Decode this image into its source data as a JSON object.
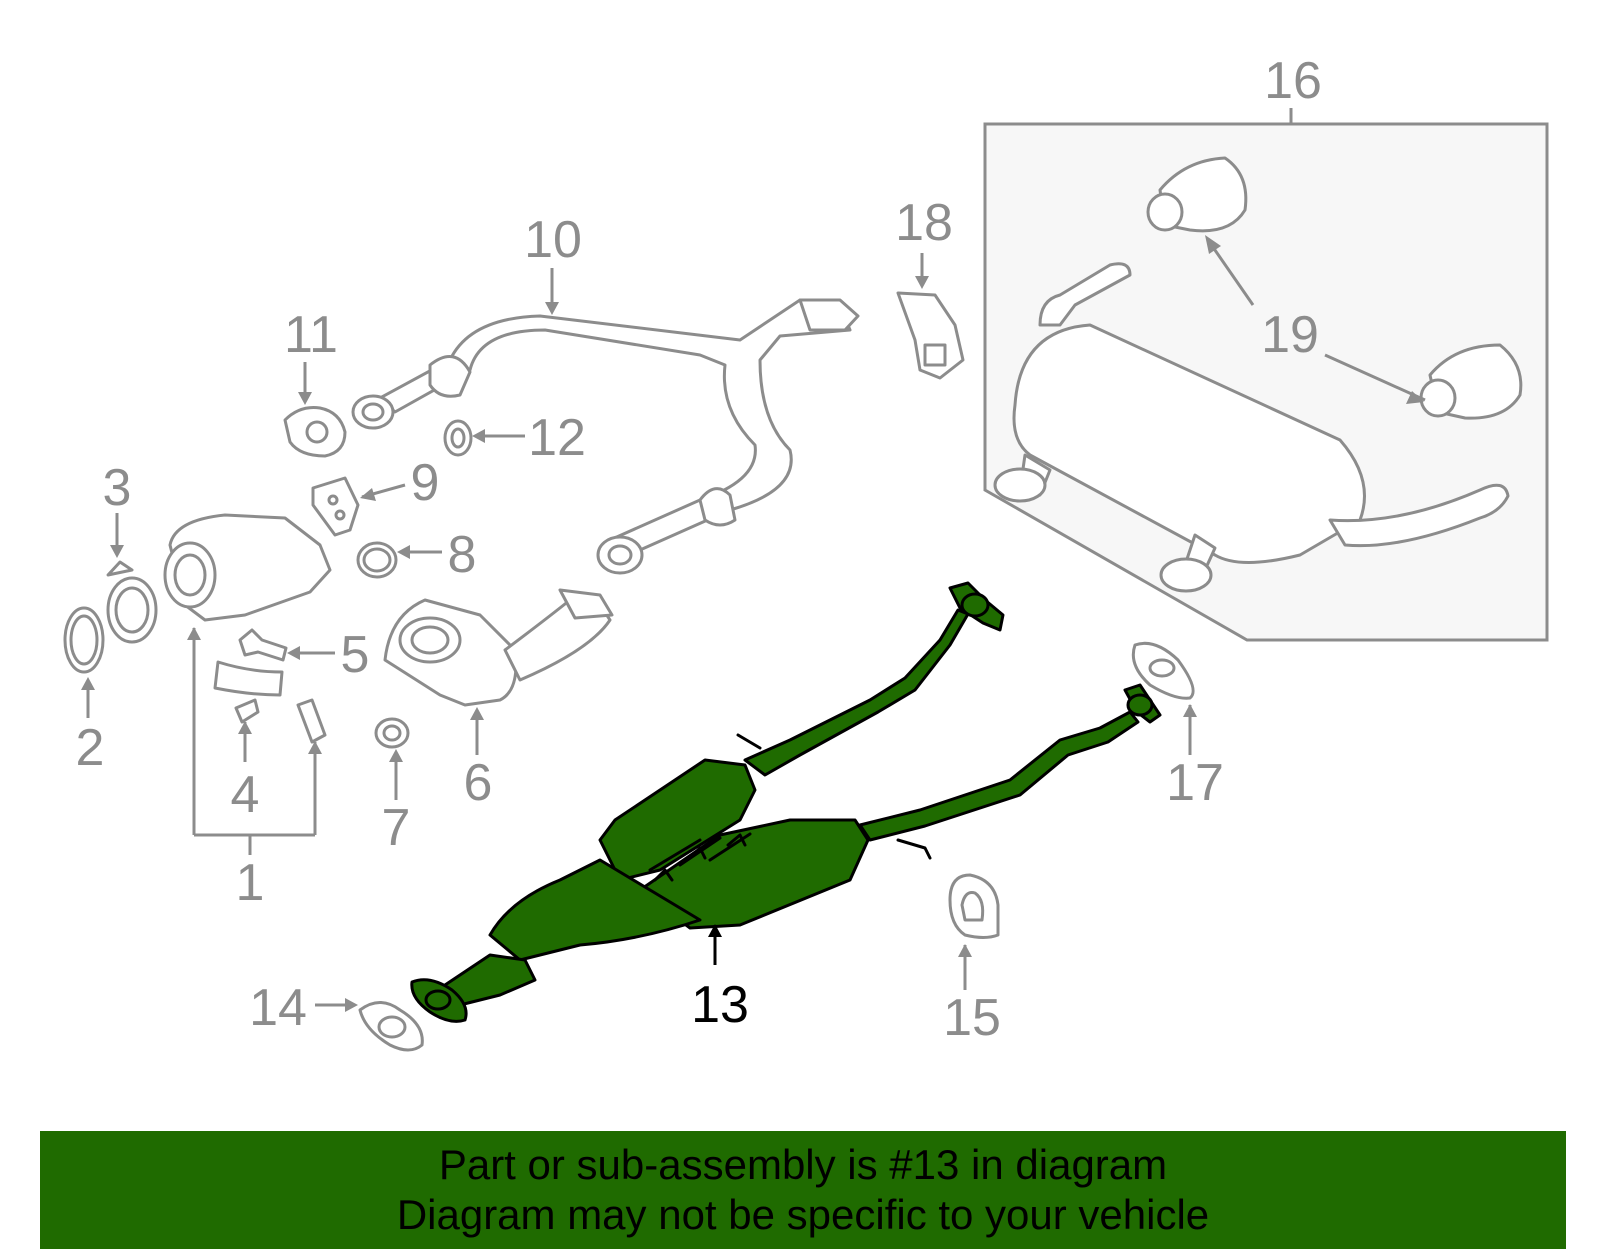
{
  "diagram": {
    "highlighted_part": "13",
    "colors": {
      "highlight_fill": "#1f6b00",
      "line_gray": "#8c8c8c",
      "box_fill": "#f7f7f7",
      "banner_bg": "#1f6b00"
    },
    "callouts": {
      "c1": "1",
      "c2": "2",
      "c3": "3",
      "c4": "4",
      "c5": "5",
      "c6": "6",
      "c7": "7",
      "c8": "8",
      "c9": "9",
      "c10": "10",
      "c11": "11",
      "c12": "12",
      "c13": "13",
      "c14": "14",
      "c15": "15",
      "c16": "16",
      "c17": "17",
      "c18": "18",
      "c19": "19"
    }
  },
  "banner": {
    "line1": "Part or sub-assembly is #13 in diagram",
    "line2": "Diagram may not be specific to your vehicle"
  }
}
